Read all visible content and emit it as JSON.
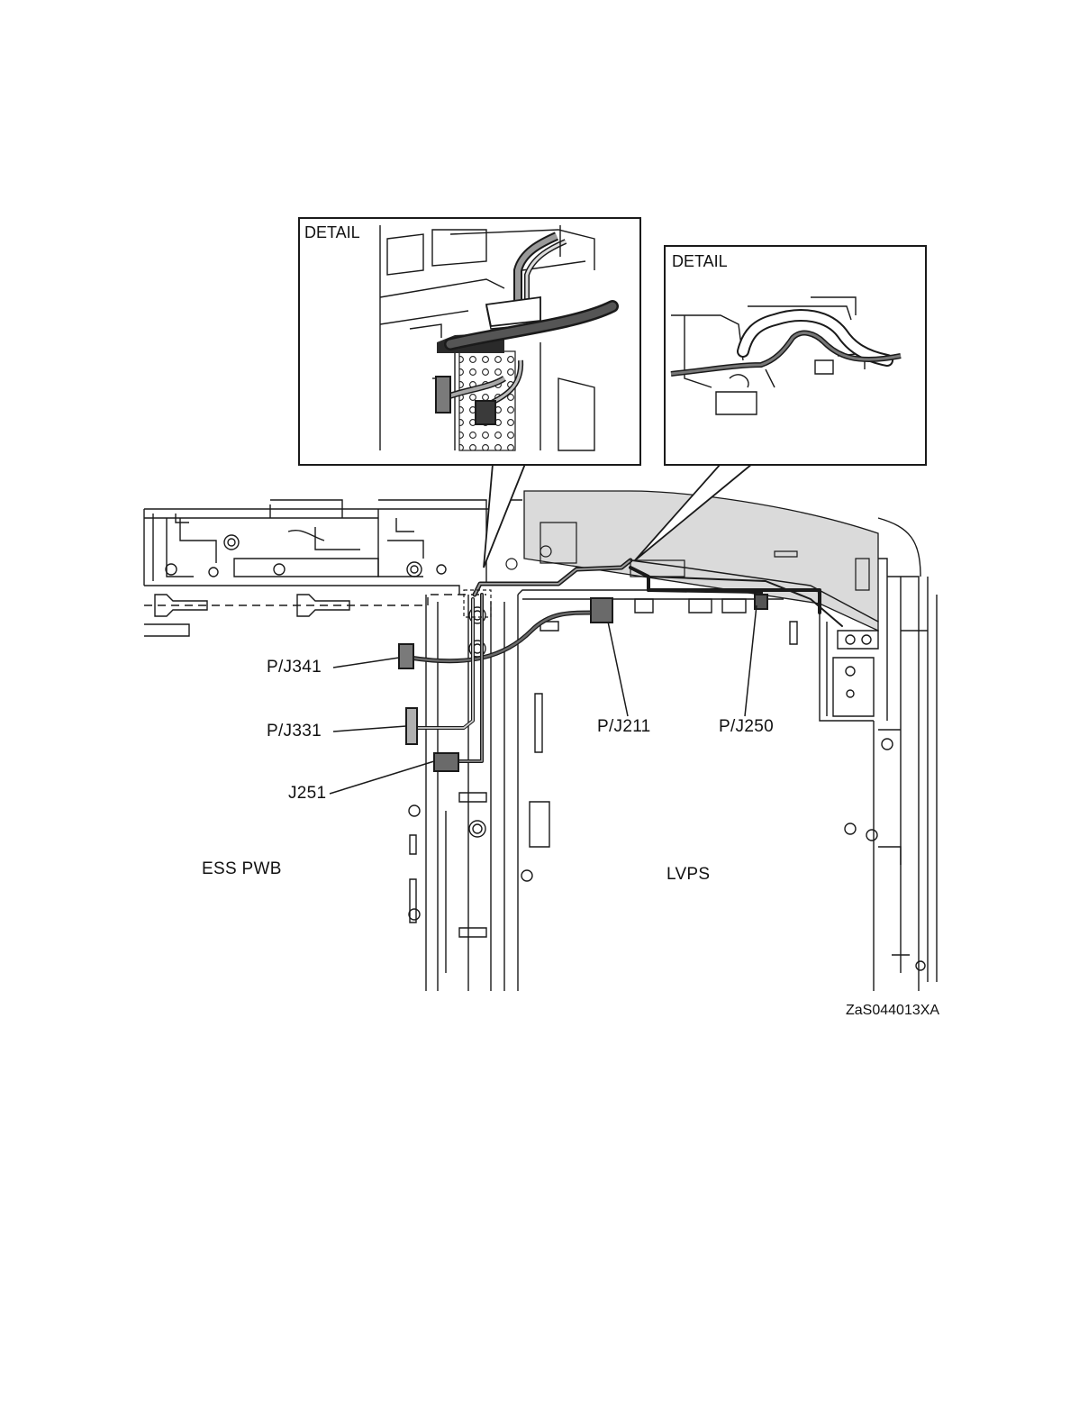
{
  "detail_left": {
    "title": "DETAIL"
  },
  "detail_right": {
    "title": "DETAIL"
  },
  "connectors": {
    "pj341": "P/J341",
    "pj331": "P/J331",
    "j251": "J251",
    "pj211": "P/J211",
    "pj250": "P/J250"
  },
  "boards": {
    "ess_pwb": "ESS PWB",
    "lvps": "LVPS"
  },
  "figure_id": "ZaS044013XA",
  "colors": {
    "line": "#1a1a1a",
    "harness_dark": "#3a3a3a",
    "harness_light": "#b8b8b8",
    "connector_fill": "#7a7a7a",
    "cover_fill": "#d4d4d4"
  }
}
